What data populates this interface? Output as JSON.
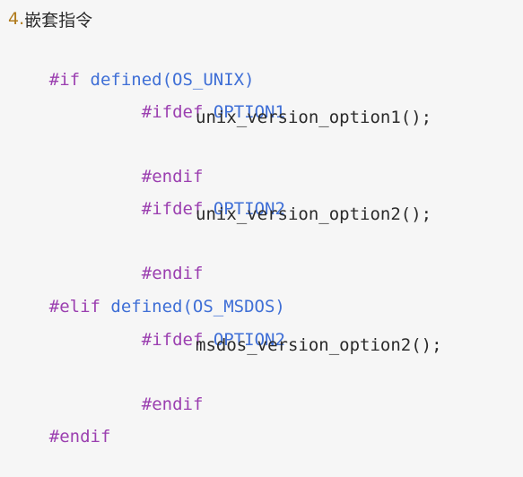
{
  "heading": {
    "number": "4.",
    "title": "嵌套指令"
  },
  "code": {
    "l1_kw": "#if",
    "l1_rest": " defined(OS_UNIX)",
    "l2_kw": "#ifdef",
    "l2_rest": " OPTION1",
    "l3": "unix_version_option1();",
    "l4_kw": "#endif",
    "l5_kw": "#ifdef",
    "l5_rest": " OPTION2",
    "l6": "unix_version_option2();",
    "l7_kw": "#endif",
    "l8_kw": "#elif",
    "l8_rest": " defined(OS_MSDOS)",
    "l9_kw": "#ifdef",
    "l9_rest": " OPTION2",
    "l10": "msdos_version_option2();",
    "l11_kw": "#endif",
    "l12_kw": "#endif"
  },
  "colors": {
    "keyword": "#9b3fb0",
    "identifier": "#3f6fd6",
    "plain": "#2a2a2a",
    "heading_number": "#b07a1b",
    "background": "#f6f6f6"
  }
}
